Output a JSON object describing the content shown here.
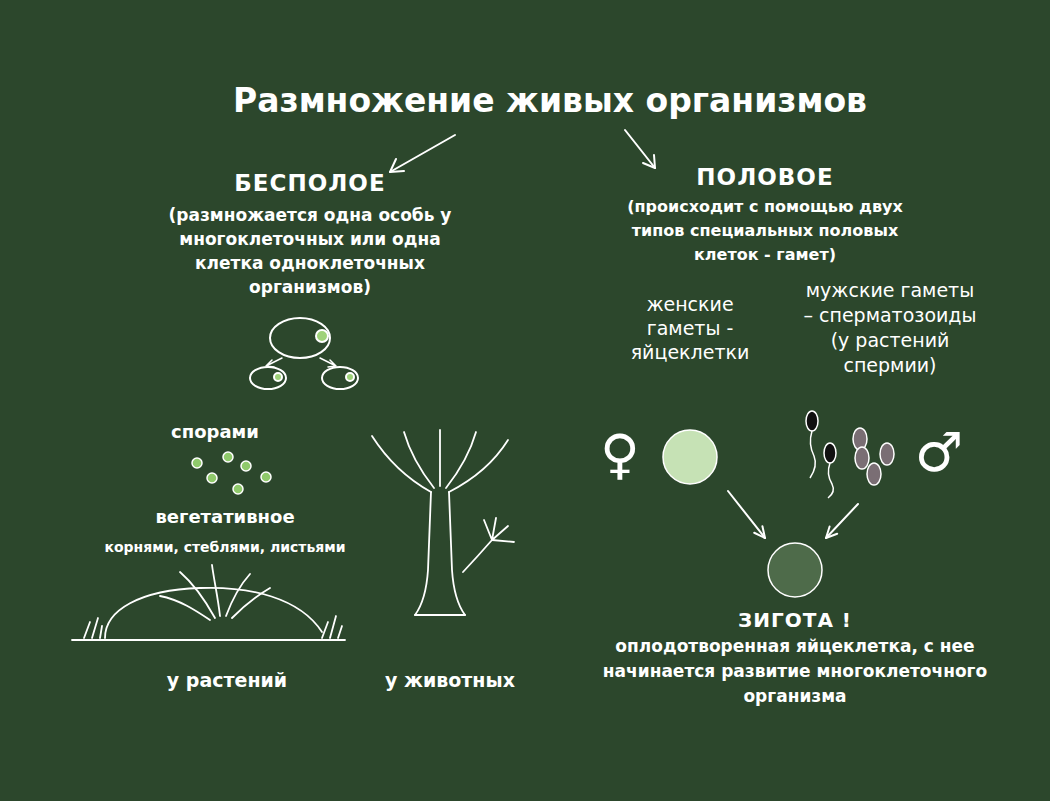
{
  "diagram": {
    "title": "Размножение живых организмов",
    "nodes": [
      {
        "text": [
          "женские гаметы - яйцеклетки"
        ]
      },
      {
        "text": [
          "мужские гаметы – сперматозоиды (у растений спермии)"
        ]
      },
      {
        "text": [
          "ЗИГОТА !",
          "оплодотворенная яйцеклетка, с нее начинается развитие многоклеточного организма"
        ]
      }
    ],
    "edges": [
      {
        "from": 0,
        "to": 2,
        "arrow": "to"
      },
      {
        "from": 1,
        "to": 2,
        "arrow": "to"
      }
    ],
    "labels": [
      "БЕСПОЛОЕ",
      "(размножается одна особь у многоклеточных или одна клетка одноклеточных организмов)",
      "спорами",
      "вегетативное",
      "корнями, стеблями, листьями",
      "у растений",
      "у животных",
      "ПОЛОВОЕ",
      "(происходит с помощью двух типов специальных половых клеток - гамет)",
      "♀",
      "♂"
    ]
  }
}
